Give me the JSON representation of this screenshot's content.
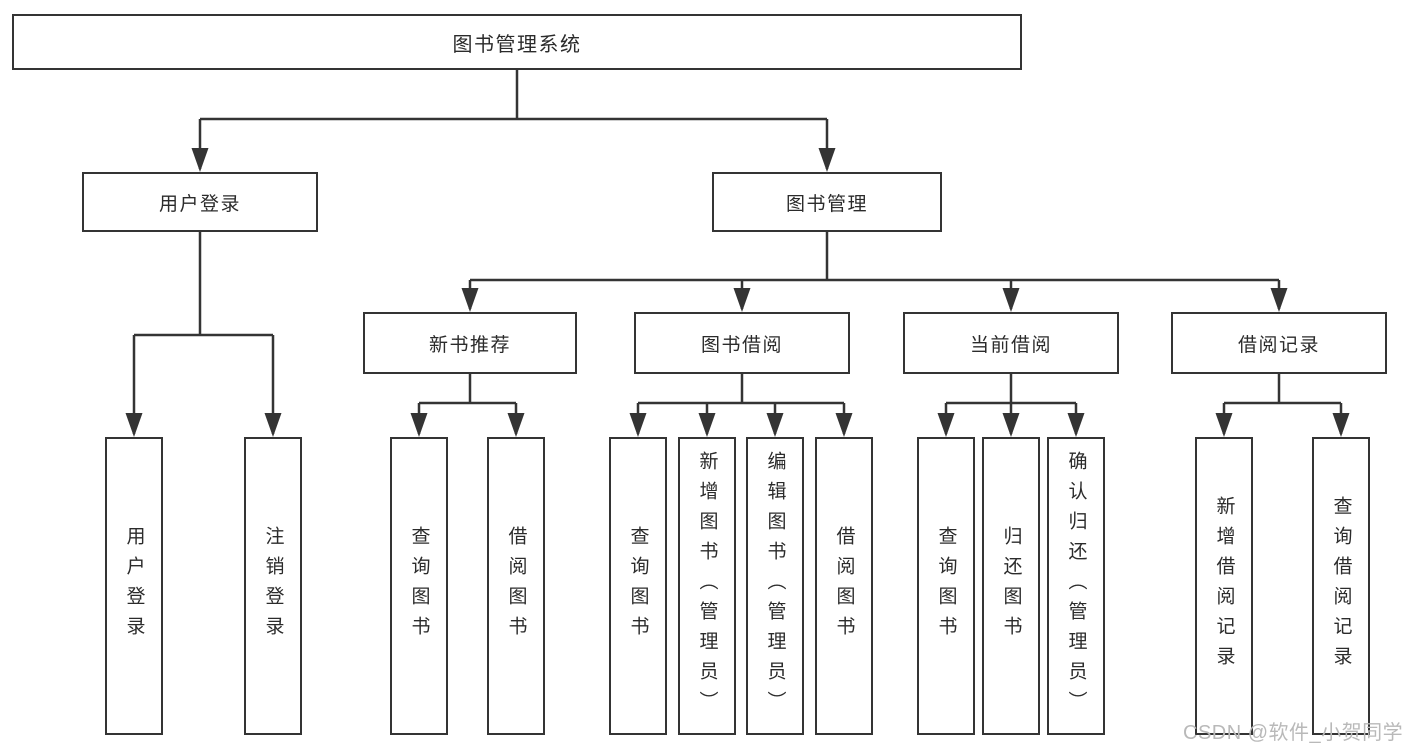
{
  "diagram_title": "图书管理系统",
  "colors": {
    "line": "#343434",
    "box_border": "#343434",
    "box_fill": "#ffffff",
    "text": "#2b2b2b",
    "watermark": "#b9b9b9",
    "background": "#ffffff"
  },
  "watermark": {
    "text": "CSDN @软件_小贺同学"
  },
  "tree": {
    "label": "图书管理系统",
    "children": [
      {
        "label": "用户登录",
        "children": [
          {
            "label": "用户登录"
          },
          {
            "label": "注销登录"
          }
        ]
      },
      {
        "label": "图书管理",
        "children": [
          {
            "label": "新书推荐",
            "children": [
              {
                "label": "查询图书"
              },
              {
                "label": "借阅图书"
              }
            ]
          },
          {
            "label": "图书借阅",
            "children": [
              {
                "label": "查询图书"
              },
              {
                "label": "新增图书（管理员）"
              },
              {
                "label": "编辑图书（管理员）"
              },
              {
                "label": "借阅图书"
              }
            ]
          },
          {
            "label": "当前借阅",
            "children": [
              {
                "label": "查询图书"
              },
              {
                "label": "归还图书"
              },
              {
                "label": "确认归还（管理员）"
              }
            ]
          },
          {
            "label": "借阅记录",
            "children": [
              {
                "label": "新增借阅记录"
              },
              {
                "label": "查询借阅记录"
              }
            ]
          }
        ]
      }
    ]
  }
}
